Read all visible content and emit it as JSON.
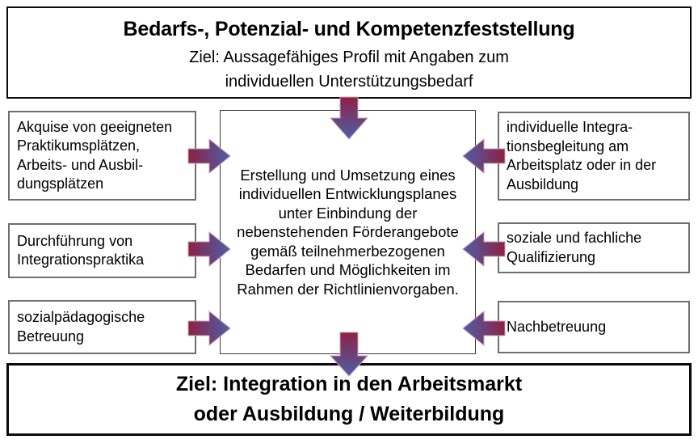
{
  "top_box": {
    "title": "Bedarfs-, Potenzial- und Kompetenzfeststellung",
    "subtitle": "Ziel: Aussagefähiges Profil mit Angaben zum\nindividuellen Unterstützungsbedarf"
  },
  "center_box": {
    "text": "Erstellung und Umsetzung eines\nindividuellen Entwicklungsplanes\nunter Einbindung der\nnebenstehenden Förderangebote\ngemäß teilnehmerbezogenen\nBedarfen und Möglichkeiten im\nRahmen der Richtlinienvorgaben."
  },
  "left_boxes": [
    {
      "text": "Akquise von geeigneten\nPraktikumsplätzen,\nArbeits- und Ausbil-\ndungsplätzen"
    },
    {
      "text": "Durchführung von\nIntegrationspraktika"
    },
    {
      "text": "sozialpädagogische\nBetreuung"
    }
  ],
  "right_boxes": [
    {
      "text": "individuelle Integra-\ntionsbegleitung am\nArbeitsplatz oder in der\nAusbildung"
    },
    {
      "text": "soziale und fachliche\nQualifizierung"
    },
    {
      "text": "Nachbetreuung"
    }
  ],
  "bottom_box": {
    "text": "Ziel: Integration in den Arbeitsmarkt\noder Ausbildung / Weiterbildung"
  },
  "colors": {
    "arrow_tail": "#8e2143",
    "arrow_head": "#4c5fa9",
    "arrow_outline": "#c9a2b4",
    "outer_border": "#0a0a0a",
    "side_border": "#6e6e6e"
  }
}
